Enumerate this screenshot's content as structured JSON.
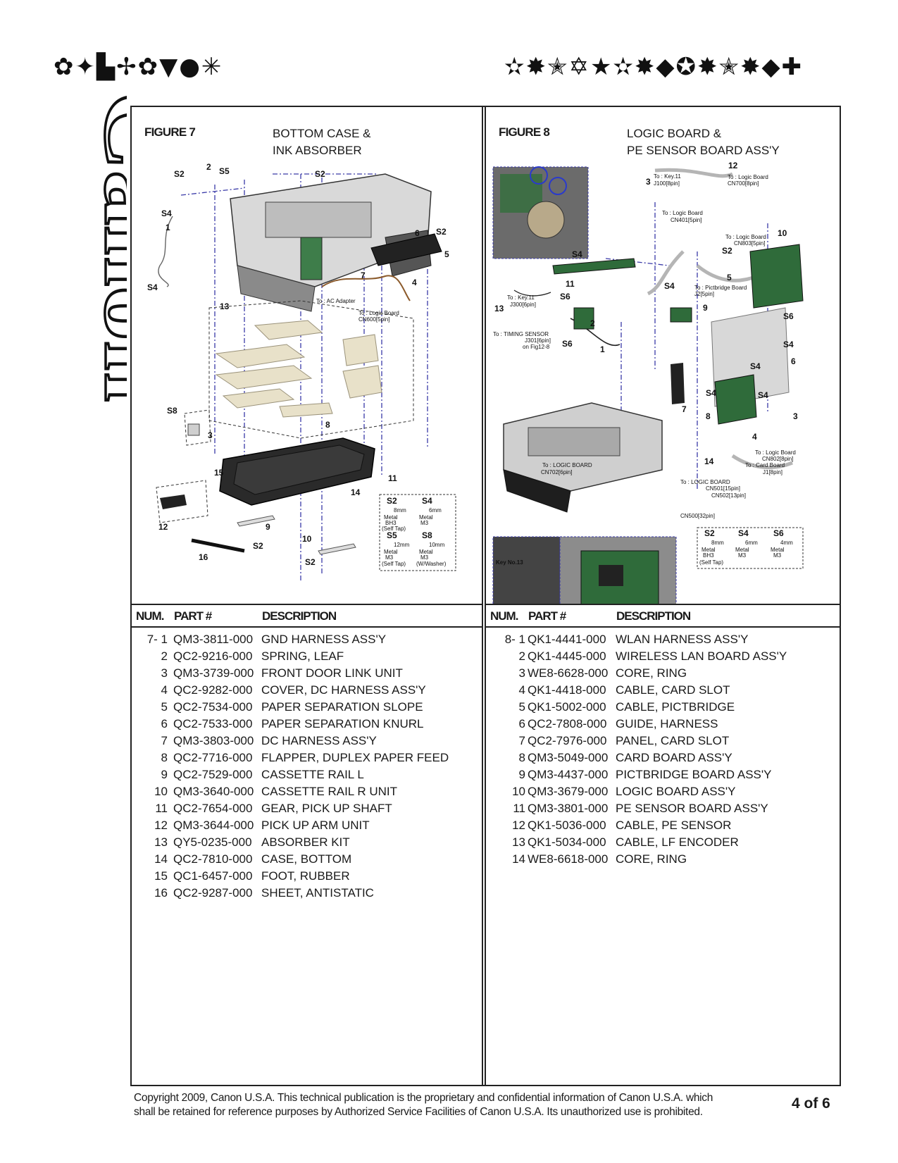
{
  "header": {
    "left_dingbats": "✿✦▙✢✿▼●✳",
    "right_dingbats": "✫✸✭✡★✫✸◆✪✸✭✸◆✚"
  },
  "brand": {
    "logo_text": "Canon"
  },
  "figure7": {
    "number": "FIGURE 7",
    "title_line1": "BOTTOM CASE &",
    "title_line2": "INK ABSORBER",
    "labels": {
      "s2": "S2",
      "s4": "S4",
      "s5": "S5",
      "s8": "S8",
      "c1": "1",
      "c2": "2",
      "c3": "3",
      "c4": "4",
      "c5": "5",
      "c6": "6",
      "c7": "7",
      "c8": "8",
      "c9": "9",
      "c10": "10",
      "c11": "11",
      "c12": "12",
      "c13": "13",
      "c14": "14",
      "c15": "15",
      "c16": "16",
      "ac_adapter": "To : AC Adapter",
      "to_logic": "To : Logic Board",
      "cn600": "CN600[5pin]"
    },
    "screws": {
      "s2_len": "8mm",
      "s4_len": "6mm",
      "s5_len": "12mm",
      "s8_len": "10mm",
      "metal": "Metal",
      "bh3": "BH3",
      "m3": "M3",
      "self_tap": "(Self Tap)",
      "w_washer": "(W/Washer)"
    }
  },
  "figure8": {
    "number": "FIGURE 8",
    "title_line1": "LOGIC BOARD &",
    "title_line2": "PE SENSOR BOARD ASS'Y",
    "labels": {
      "s2": "S2",
      "s4": "S4",
      "s6": "S6",
      "c1": "1",
      "c2": "2",
      "c3": "3",
      "c4": "4",
      "c5": "5",
      "c6": "6",
      "c7": "7",
      "c8": "8",
      "c9": "9",
      "c10": "10",
      "c11": "11",
      "c12": "12",
      "c13": "13",
      "c14": "14",
      "to_key11": "To : Key.11",
      "j100": "J100[8pin]",
      "to_logic": "To : Logic Board",
      "cn700": "CN700[8pin]",
      "cn401": "CN401[5pin]",
      "cn803": "CN803[5pin]",
      "to_pict": "To : Pictbridge Board",
      "j2": "J2[5pin]",
      "j300": "J300[6pin]",
      "timing": "To : TIMING SENSOR",
      "j301": "J301[6pin]",
      "onfig": "on Fig12-8",
      "cn802": "CN802[8pin]",
      "to_card": "To : Card Board",
      "j1": "J1[8pin]",
      "to_logic_caps": "To : LOGIC BOARD",
      "cn702": "CN702[6pin]",
      "cn501": "CN501[15pin]",
      "cn502": "CN502[13pin]",
      "cn500": "CN500[32pin]",
      "key13": "Key No.13"
    },
    "screws": {
      "s2_len": "8mm",
      "s4_len": "6mm",
      "s6_len": "4mm",
      "metal": "Metal",
      "bh3": "BH3",
      "m3": "M3",
      "self_tap": "(Self Tap)"
    }
  },
  "table_header": {
    "num": "NUM.",
    "part": "PART #",
    "desc": "DESCRIPTION"
  },
  "parts7": [
    {
      "num": "7- 1",
      "part": "QM3-3811-000",
      "desc": "GND HARNESS ASS'Y"
    },
    {
      "num": "2",
      "part": "QC2-9216-000",
      "desc": "SPRING, LEAF"
    },
    {
      "num": "3",
      "part": "QM3-3739-000",
      "desc": "FRONT DOOR LINK UNIT"
    },
    {
      "num": "4",
      "part": "QC2-9282-000",
      "desc": "COVER, DC HARNESS ASS'Y"
    },
    {
      "num": "5",
      "part": "QC2-7534-000",
      "desc": "PAPER SEPARATION SLOPE"
    },
    {
      "num": "6",
      "part": "QC2-7533-000",
      "desc": "PAPER SEPARATION KNURL"
    },
    {
      "num": "7",
      "part": "QM3-3803-000",
      "desc": "DC HARNESS ASS'Y"
    },
    {
      "num": "8",
      "part": "QC2-7716-000",
      "desc": "FLAPPER, DUPLEX PAPER FEED"
    },
    {
      "num": "9",
      "part": "QC2-7529-000",
      "desc": "CASSETTE RAIL L"
    },
    {
      "num": "10",
      "part": "QM3-3640-000",
      "desc": "CASSETTE RAIL R UNIT"
    },
    {
      "num": "11",
      "part": "QC2-7654-000",
      "desc": "GEAR, PICK UP SHAFT"
    },
    {
      "num": "12",
      "part": "QM3-3644-000",
      "desc": "PICK UP ARM UNIT"
    },
    {
      "num": "13",
      "part": "QY5-0235-000",
      "desc": "ABSORBER KIT"
    },
    {
      "num": "14",
      "part": "QC2-7810-000",
      "desc": "CASE, BOTTOM"
    },
    {
      "num": "15",
      "part": "QC1-6457-000",
      "desc": "FOOT, RUBBER"
    },
    {
      "num": "16",
      "part": "QC2-9287-000",
      "desc": "SHEET, ANTISTATIC"
    }
  ],
  "parts8": [
    {
      "num": "8- 1",
      "part": "QK1-4441-000",
      "desc": "WLAN HARNESS ASS'Y"
    },
    {
      "num": "2",
      "part": "QK1-4445-000",
      "desc": "WIRELESS LAN BOARD ASS'Y"
    },
    {
      "num": "3",
      "part": "WE8-6628-000",
      "desc": "CORE, RING"
    },
    {
      "num": "4",
      "part": "QK1-4418-000",
      "desc": "CABLE, CARD SLOT"
    },
    {
      "num": "5",
      "part": "QK1-5002-000",
      "desc": "CABLE, PICTBRIDGE"
    },
    {
      "num": "6",
      "part": "QC2-7808-000",
      "desc": "GUIDE, HARNESS"
    },
    {
      "num": "7",
      "part": "QC2-7976-000",
      "desc": "PANEL, CARD SLOT"
    },
    {
      "num": "8",
      "part": "QM3-5049-000",
      "desc": "CARD BOARD ASS'Y"
    },
    {
      "num": "9",
      "part": "QM3-4437-000",
      "desc": "PICTBRIDGE BOARD ASS'Y"
    },
    {
      "num": "10",
      "part": "QM3-3679-000",
      "desc": "LOGIC BOARD ASS'Y"
    },
    {
      "num": "11",
      "part": "QM3-3801-000",
      "desc": "PE SENSOR BOARD ASS'Y"
    },
    {
      "num": "12",
      "part": "QK1-5036-000",
      "desc": "CABLE, PE SENSOR"
    },
    {
      "num": "13",
      "part": "QK1-5034-000",
      "desc": "CABLE, LF ENCODER"
    },
    {
      "num": "14",
      "part": "WE8-6618-000",
      "desc": "CORE, RING"
    }
  ],
  "footer": {
    "line1": "Copyright 2009, Canon U.S.A.  This technical publication is the proprietary and confidential information of Canon U.S.A. which",
    "line2": "shall be retained for reference purposes by Authorized Service Facilities of Canon U.S.A.  Its unauthorized use is prohibited.",
    "page": "4 of 6"
  },
  "colors": {
    "ink": "#1a1a1a",
    "leader_blue": "#3a3aa8",
    "board_green": "#2f6b3a"
  }
}
